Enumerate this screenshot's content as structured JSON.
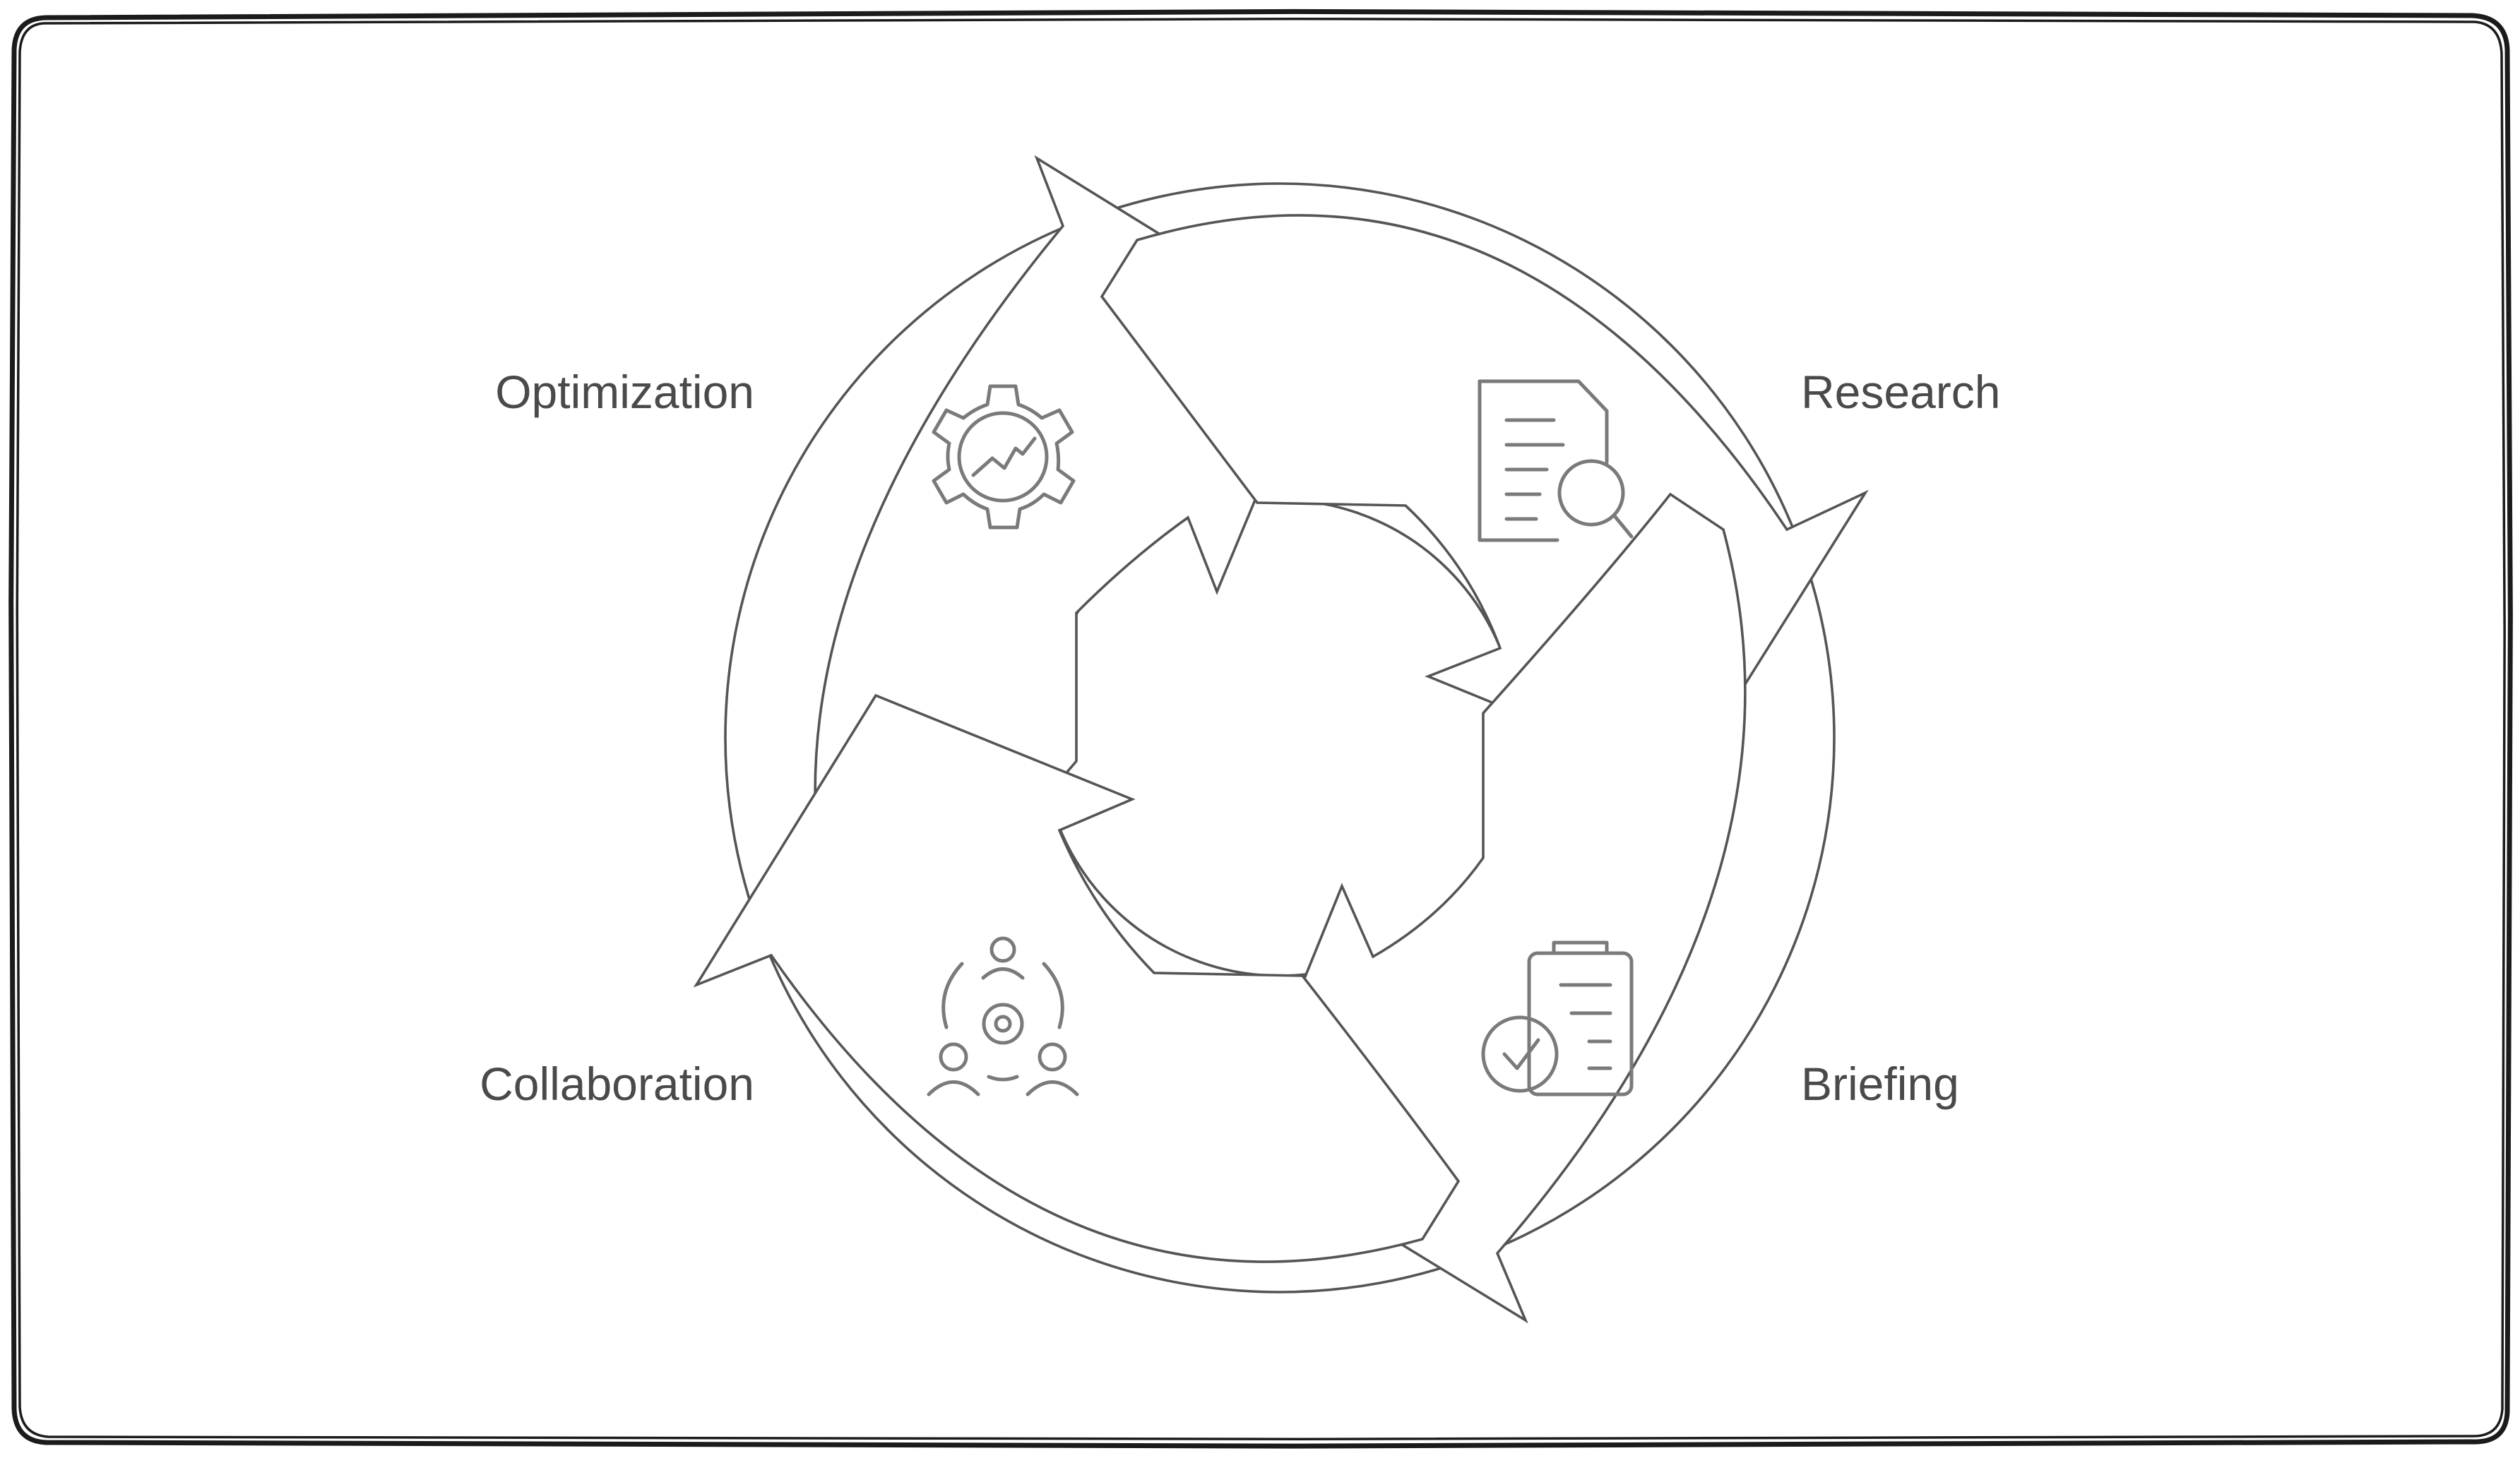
{
  "diagram": {
    "stages": [
      {
        "label": "Research",
        "icon": "document-search-icon"
      },
      {
        "label": "Briefing",
        "icon": "clipboard-check-icon"
      },
      {
        "label": "Collaboration",
        "icon": "team-gear-icon"
      },
      {
        "label": "Optimization",
        "icon": "gear-chart-icon"
      }
    ],
    "colors": {
      "outline": "#555555",
      "icon": "#7a7a7a",
      "label": "#4a4a4a",
      "frame": "#1b1b1b",
      "background": "#ffffff"
    }
  }
}
